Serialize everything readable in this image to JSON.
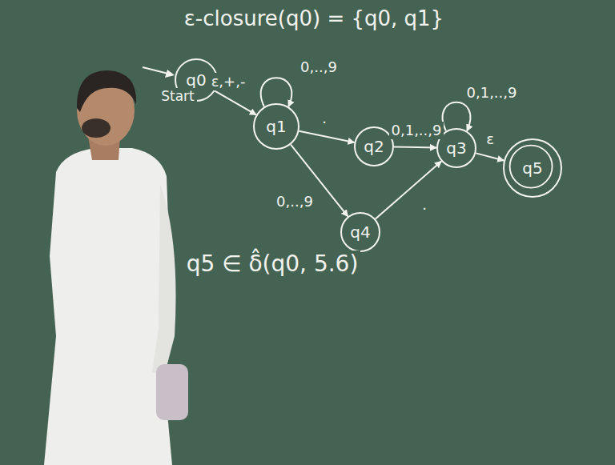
{
  "diagram": {
    "nodes": [
      {
        "text": [
          "q0"
        ]
      },
      {
        "text": [
          "q1"
        ]
      },
      {
        "text": [
          "q2"
        ]
      },
      {
        "text": [
          "q3"
        ]
      },
      {
        "text": [
          "q4"
        ]
      },
      {
        "text": [
          "q5"
        ]
      }
    ],
    "edges": [
      {
        "from": 0,
        "to": 1,
        "label": "ε,+,-",
        "arrow": "to"
      },
      {
        "from": 1,
        "to": 1,
        "label": "0,..,9",
        "arrow": "to"
      },
      {
        "from": 1,
        "to": 2,
        "label": ".",
        "arrow": "to"
      },
      {
        "from": 2,
        "to": 3,
        "label": "0,1,..,9",
        "arrow": "to"
      },
      {
        "from": 3,
        "to": 3,
        "label": "0,1,..,9",
        "arrow": "to"
      },
      {
        "from": 3,
        "to": 5,
        "label": "ε",
        "arrow": "to"
      },
      {
        "from": 1,
        "to": 4,
        "label": "0,..,9",
        "arrow": "to"
      },
      {
        "from": 4,
        "to": 3,
        "label": ".",
        "arrow": "to"
      }
    ],
    "labels": [
      "ε-closure(q0) = {q0, q1}",
      "Start",
      "q5 ∈ δ̂(q0, 5.6)"
    ]
  }
}
